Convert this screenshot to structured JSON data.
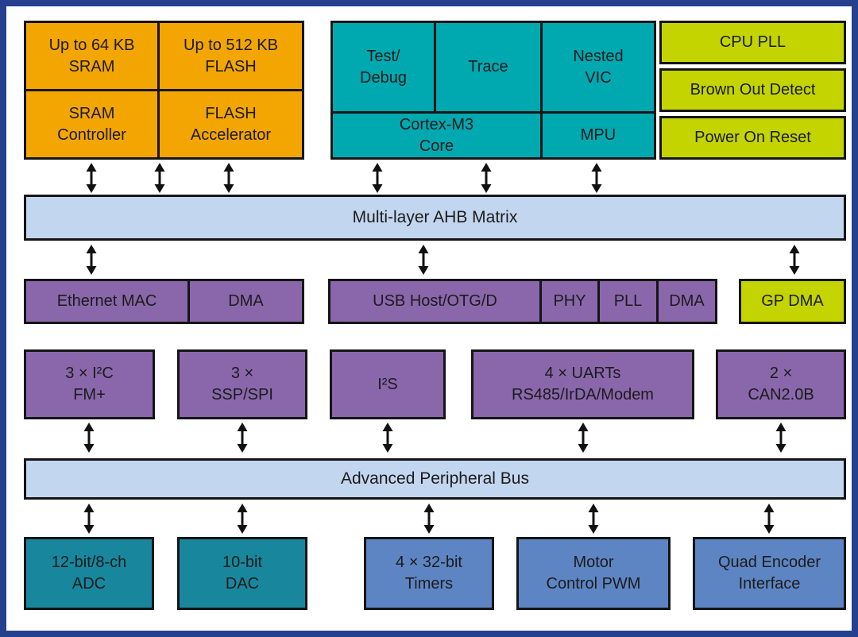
{
  "colors": {
    "orange": "#F3A502",
    "teal": "#00A8B0",
    "olive": "#C4D400",
    "purple": "#8A67AB",
    "barblue": "#C3D6EF",
    "darkteal": "#18879E",
    "blue": "#5E85C3",
    "frame": "#24408F",
    "ink": "#1b1b1b"
  },
  "memory": {
    "sram_size": "Up to 64 KB\nSRAM",
    "flash_size": "Up to 512 KB\nFLASH",
    "sram_controller": "SRAM\nController",
    "flash_accelerator": "FLASH\nAccelerator"
  },
  "cpu": {
    "test_debug": "Test/\nDebug",
    "trace": "Trace",
    "nested_vic": "Nested\nVIC",
    "core": "Cortex-M3\nCore",
    "mpu": "MPU"
  },
  "system": {
    "cpu_pll": "CPU PLL",
    "brown_out_detect": "Brown Out Detect",
    "power_on_reset": "Power On Reset"
  },
  "buses": {
    "ahb": "Multi-layer AHB Matrix",
    "apb": "Advanced Peripheral Bus"
  },
  "ahb_peripherals": {
    "ethernet_mac": "Ethernet MAC",
    "ethernet_dma": "DMA",
    "usb_host": "USB Host/OTG/D",
    "phy": "PHY",
    "pll": "PLL",
    "usb_dma": "DMA",
    "gp_dma": "GP DMA"
  },
  "apb_peripherals": {
    "i2c": "3 × I²C\nFM+",
    "ssp_spi": "3 ×\nSSP/SPI",
    "i2s": "I²S",
    "uarts": "4 × UARTs\nRS485/IrDA/Modem",
    "can": "2 ×\nCAN2.0B"
  },
  "analog_timers": {
    "adc": "12-bit/8-ch\nADC",
    "dac": "10-bit\nDAC",
    "timers": "4 × 32-bit\nTimers",
    "motor_control_pwm": "Motor\nControl PWM",
    "quad_encoder": "Quad Encoder\nInterface"
  }
}
